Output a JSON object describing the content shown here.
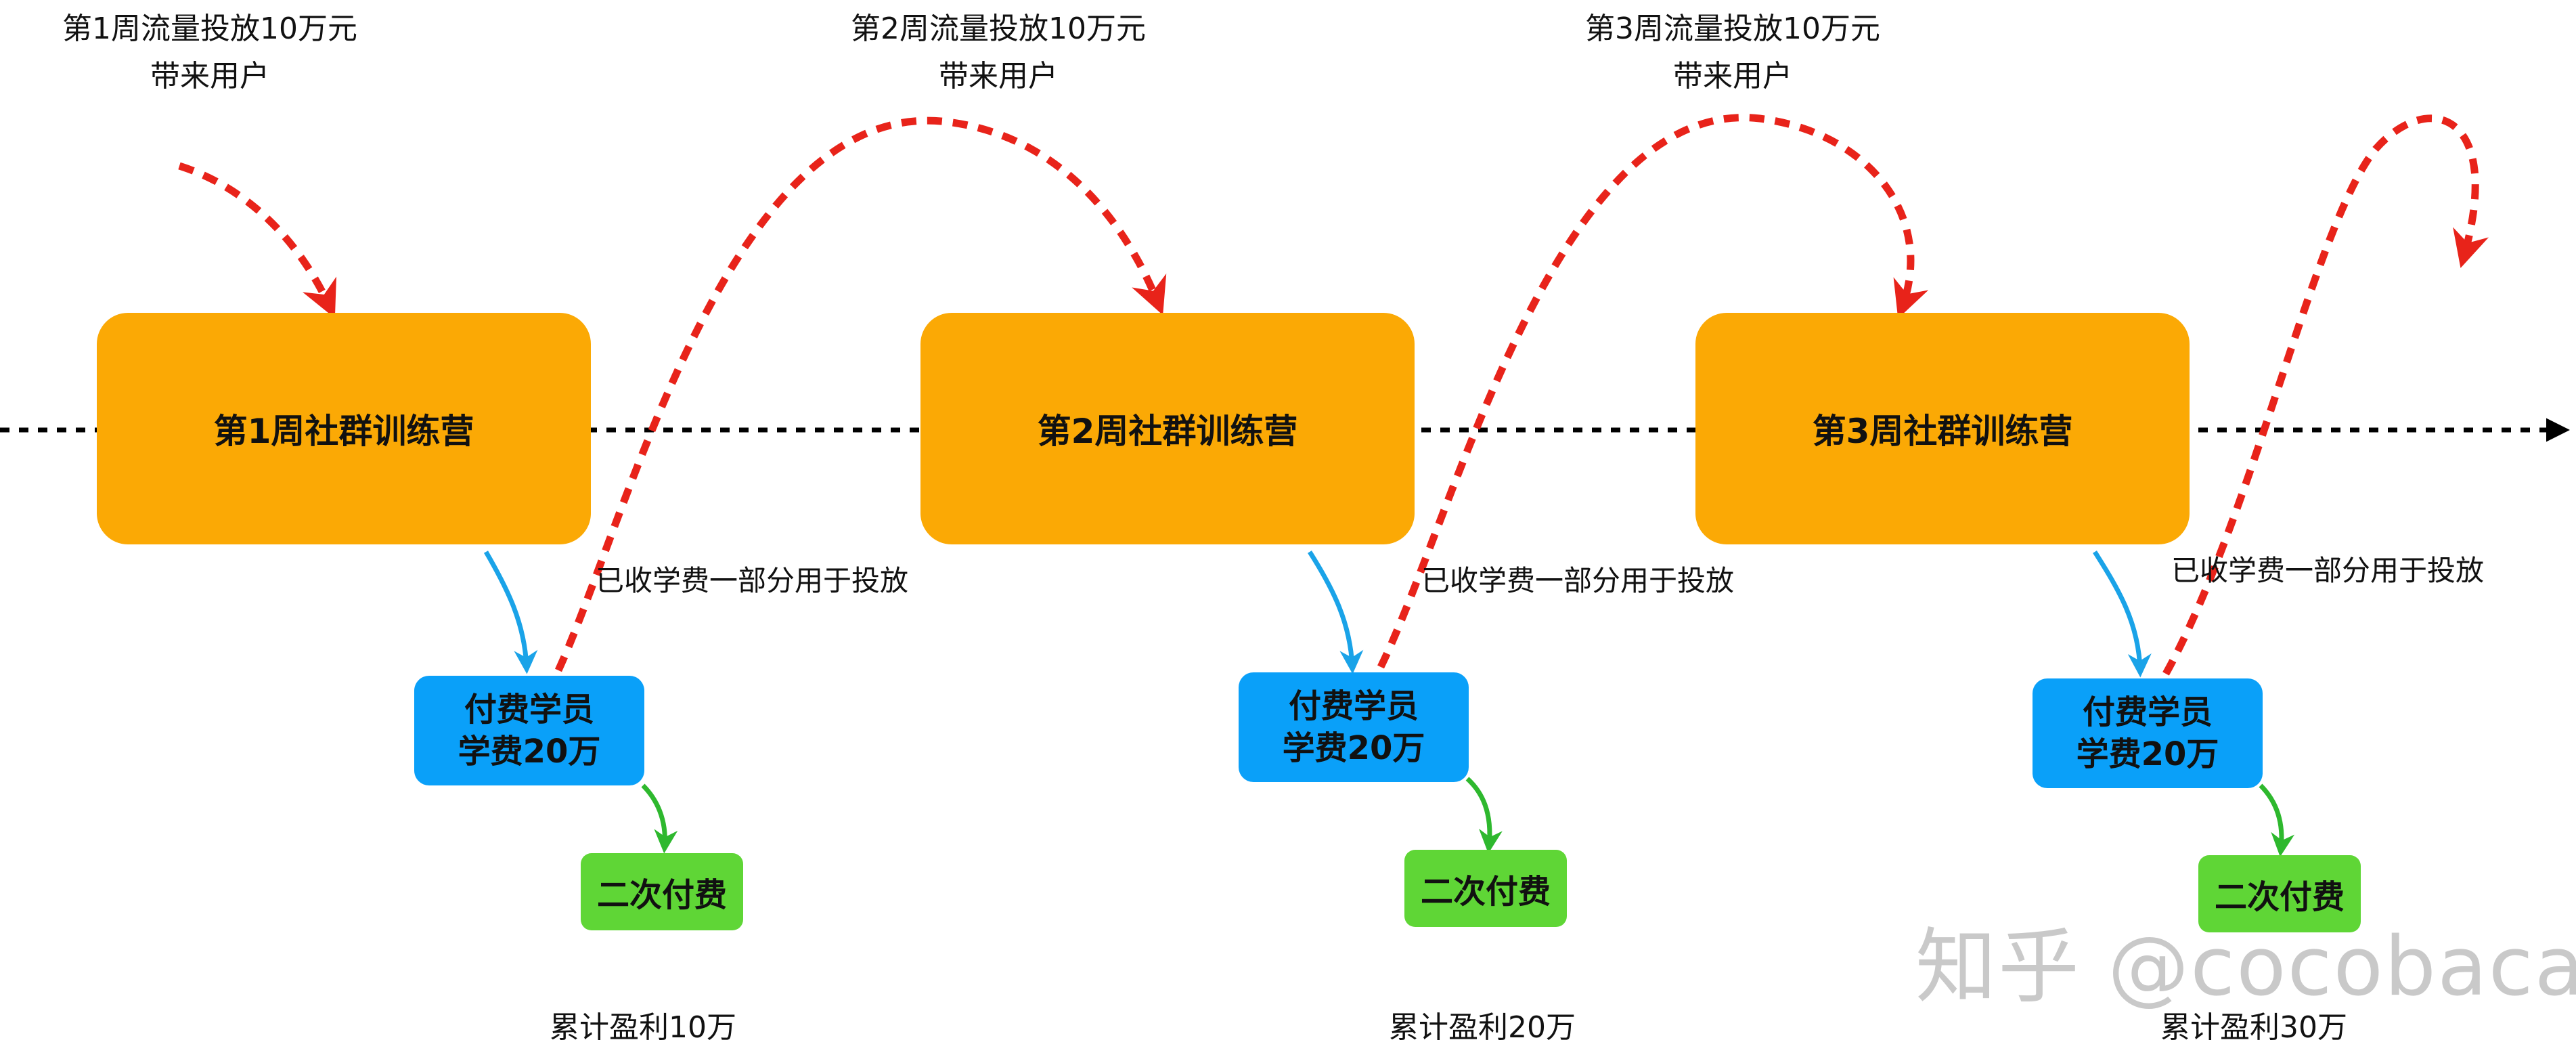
{
  "colors": {
    "camp": "#FBA905",
    "payer": "#0AA0F9",
    "repay": "#5FD636",
    "flow": "#E8231A",
    "to_payer": "#1AA3E8",
    "to_repay": "#2EB82E",
    "timeline": "#000000"
  },
  "weeks": [
    {
      "traffic_line1": "第1周流量投放10万元",
      "traffic_line2": "带来用户",
      "camp": "第1周社群训练营",
      "payer_line1": "付费学员",
      "payer_line2": "学费20万",
      "repay": "二次付费",
      "profit": "累计盈利10万",
      "reinvest": "已收学费一部分用于投放"
    },
    {
      "traffic_line1": "第2周流量投放10万元",
      "traffic_line2": "带来用户",
      "camp": "第2周社群训练营",
      "payer_line1": "付费学员",
      "payer_line2": "学费20万",
      "repay": "二次付费",
      "profit": "累计盈利20万",
      "reinvest": "已收学费一部分用于投放"
    },
    {
      "traffic_line1": "第3周流量投放10万元",
      "traffic_line2": "带来用户",
      "camp": "第3周社群训练营",
      "payer_line1": "付费学员",
      "payer_line2": "学费20万",
      "repay": "二次付费",
      "profit": "累计盈利30万",
      "reinvest": "已收学费一部分用于投放"
    }
  ],
  "watermark": "知乎 @cocobaca"
}
